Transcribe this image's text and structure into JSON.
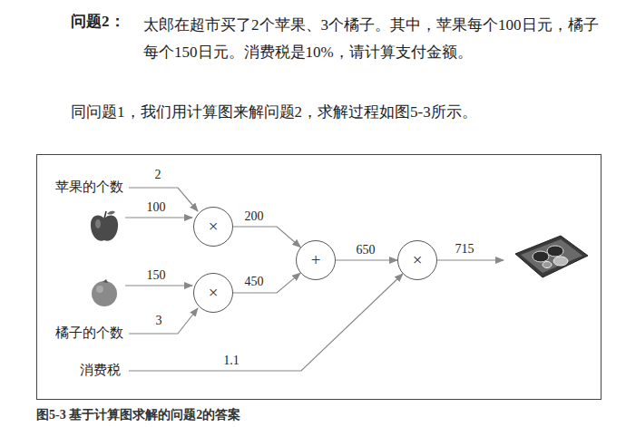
{
  "diagram": {
    "caption": "图5-3  基于计算图求解的问题2的答案",
    "nodes": [
      {
        "text": [
          "×"
        ]
      },
      {
        "text": [
          "×"
        ]
      },
      {
        "text": [
          "+"
        ]
      },
      {
        "text": [
          "×"
        ]
      }
    ],
    "edges": [
      {
        "from": 0,
        "to": 2,
        "arrow": "to",
        "label": "200"
      },
      {
        "from": 1,
        "to": 2,
        "arrow": "to",
        "label": "450"
      },
      {
        "from": 2,
        "to": 3,
        "arrow": "to",
        "label": "650"
      }
    ],
    "labels": [
      "问题2：",
      "太郎在超市买了2个苹果、3个橘子。其中，苹果每个100日元，橘子每个150日元。消费税是10%，请计算支付金额。",
      "同问题1，我们用计算图来解问题2，求解过程如图5-3所示。",
      "苹果的个数",
      "2",
      "100",
      "150",
      "橘子的个数",
      "3",
      "消费税",
      "1.1",
      "715"
    ]
  }
}
